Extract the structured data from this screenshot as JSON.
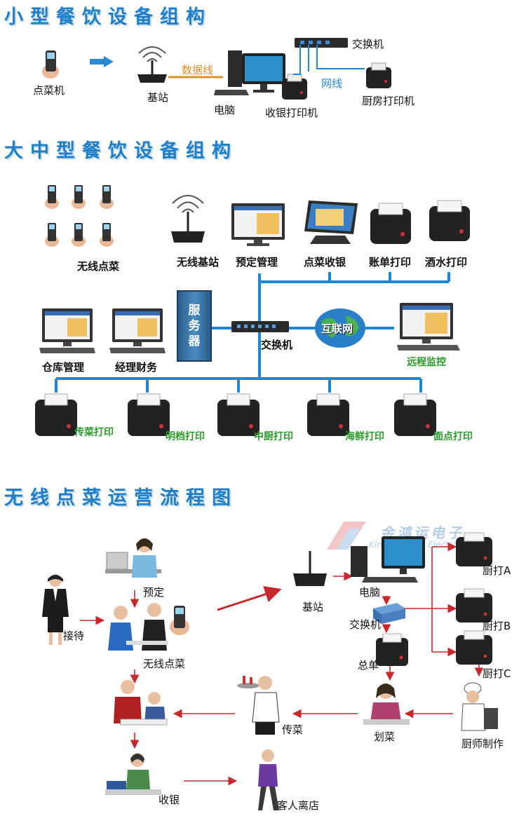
{
  "colors": {
    "title": "#1d7fc9",
    "bus": "#1e88d6",
    "green": "#2a9a2a",
    "red": "#c8282c",
    "orange": "#e0902a"
  },
  "section1": {
    "title": "小型餐饮设备组构",
    "labels": {
      "handheld": "点菜机",
      "base_station": "基站",
      "data_cable": "数据线",
      "computer": "电脑",
      "cashier_printer": "收银打印机",
      "switch": "交换机",
      "network_cable": "网线",
      "kitchen_printer": "厨房打印机"
    }
  },
  "section2": {
    "title": "大中型餐饮设备组构",
    "labels": {
      "wireless_order": "无线点菜",
      "wireless_base": "无线基站",
      "reservation": "预定管理",
      "order_cashier": "点菜收银",
      "bill_print": "账单打印",
      "drink_print": "酒水打印",
      "server": "服务器",
      "switch": "交换机",
      "internet": "互联网",
      "remote_monitor": "远程监控",
      "warehouse": "仓库管理",
      "manager_finance": "经理财务",
      "serve_print": "传菜打印",
      "open_stall_print": "明档打印",
      "main_kitchen_print": "中厨打印",
      "seafood_print": "海鲜打印",
      "pastry_print": "面点打印"
    }
  },
  "section3": {
    "title": "无线点菜运营流程图",
    "labels": {
      "reservation": "预定",
      "reception": "接待",
      "wireless_order": "无线点菜",
      "cashier": "收银",
      "guest_leave": "客人离店",
      "serve": "传菜",
      "base_station": "基站",
      "computer": "电脑",
      "switch": "交换机",
      "main_order": "总单",
      "kitchen_a": "厨打A",
      "kitchen_b": "厨打B",
      "kitchen_c": "厨打C",
      "check_off": "划菜",
      "chef_make": "厨师制作"
    },
    "watermark": {
      "cn": "金鸿运电子",
      "en": "KingHongyun Electron"
    }
  }
}
